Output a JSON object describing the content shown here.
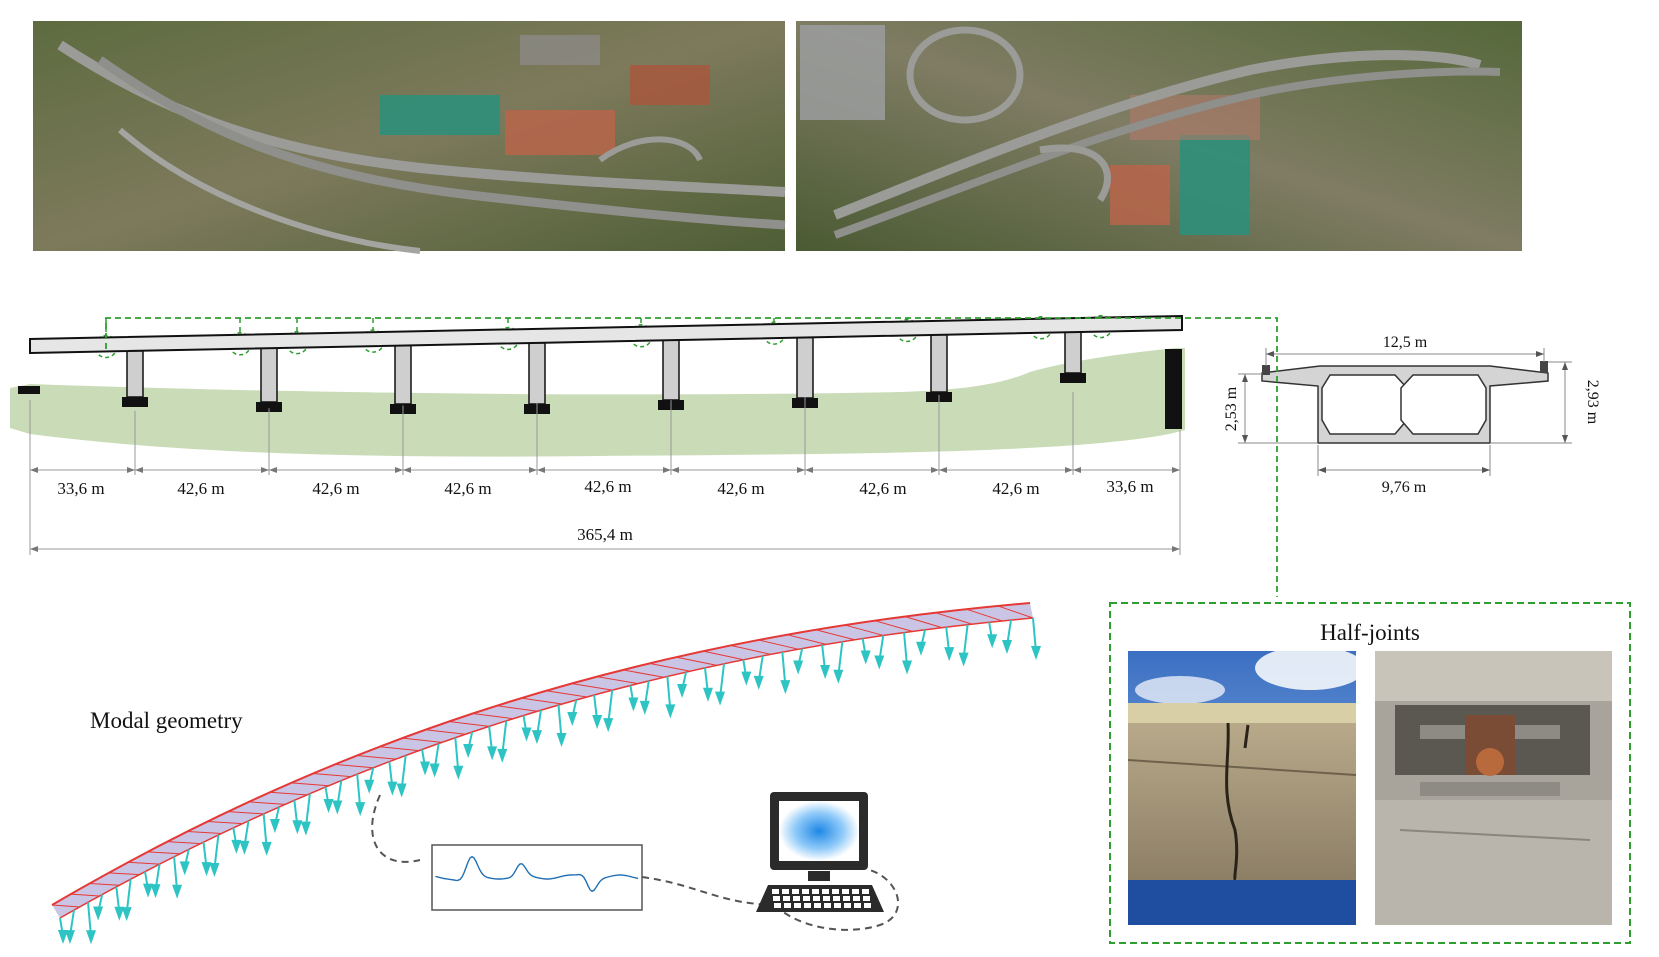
{
  "spans": {
    "labels": [
      "33,6 m",
      "42,6 m",
      "42,6 m",
      "42,6 m",
      "42,6 m",
      "42,6 m",
      "42,6 m",
      "42,6 m",
      "33,6 m"
    ],
    "total": "365,4 m"
  },
  "section": {
    "top_width": "12,5 m",
    "bottom_width": "9,76 m",
    "left_height": "2,53 m",
    "right_height": "2,93 m"
  },
  "modal_label": "Modal geometry",
  "half_joints_title": "Half-joints",
  "colors": {
    "ground": "#c9dcb7",
    "dashed_green": "#2e9e2e",
    "modal_red": "#e53935",
    "modal_arrow": "#2ec4c4",
    "signal": "#1f6fb5"
  }
}
